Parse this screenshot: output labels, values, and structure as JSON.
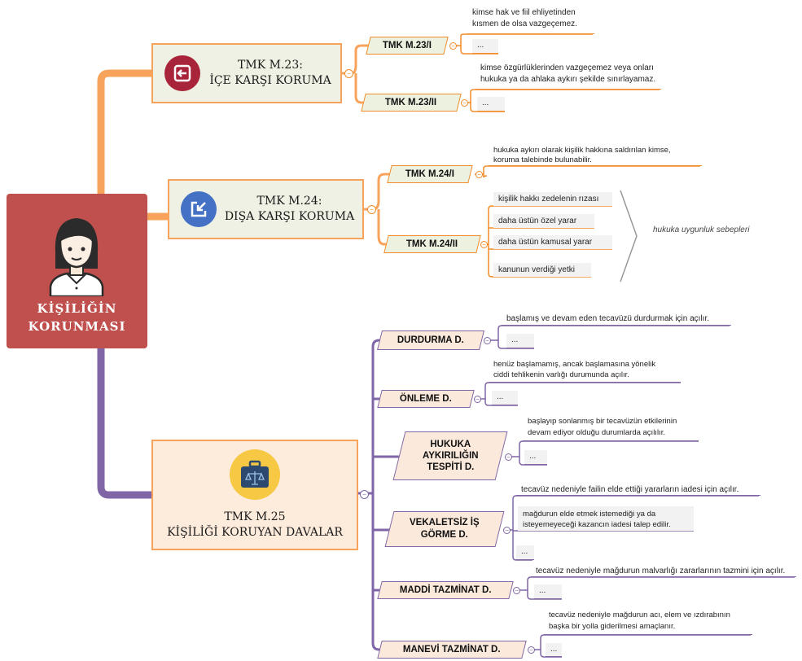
{
  "root": {
    "title_line1": "KİŞİLİĞİN",
    "title_line2": "KORUNMASI",
    "icon": "woman-avatar-icon"
  },
  "branch1": {
    "title_line1": "TMK M.23:",
    "title_line2": "İÇE KARŞI KORUMA",
    "icon": "arrow-into-box-icon",
    "nodes": [
      {
        "label": "TMK M.23/I",
        "note_line1": "kimse hak ve fiil ehliyetinden",
        "note_line2": "kısmen de olsa vazgeçemez.",
        "dots": "..."
      },
      {
        "label": "TMK M.23/II",
        "note_line1": "kimse özgürlüklerinden vazgeçemez veya onları",
        "note_line2": "hukuka ya da ahlaka aykırı şekilde sınırlayamaz.",
        "dots": "..."
      }
    ]
  },
  "branch2": {
    "title_line1": "TMK M.24:",
    "title_line2": "DIŞA KARŞI KORUMA",
    "icon": "arrow-out-box-icon",
    "nodes": [
      {
        "label": "TMK M.24/I",
        "note_line1": "hukuka aykırı olarak kişilik hakkına saldırılan kimse,",
        "note_line2": "koruma talebinde bulunabilir."
      },
      {
        "label": "TMK M.24/II",
        "items": [
          "kişilik hakkı zedelenin rızası",
          "daha üstün özel yarar",
          "daha üstün kamusal yarar",
          "kanunun verdiği yetki"
        ]
      }
    ],
    "bracket_label": "hukuka uygunluk sebepleri"
  },
  "branch3": {
    "title_line1": "TMK M.25",
    "title_line2": "KİŞİLİĞİ KORUYAN DAVALAR",
    "icon": "briefcase-scales-icon",
    "nodes": [
      {
        "label1": "DURDURMA D.",
        "label2": "",
        "label3": "",
        "note_line1": "başlamış ve devam eden tecavüzü durdurmak için açılır.",
        "note_line2": "",
        "dots": "..."
      },
      {
        "label1": "ÖNLEME D.",
        "label2": "",
        "label3": "",
        "note_line1": "henüz başlamamış, ancak başlamasına yönelik",
        "note_line2": "ciddi tehlikenin varlığı durumunda açılır.",
        "dots": "..."
      },
      {
        "label1": "HUKUKA",
        "label2": "AYKIRILIĞIN",
        "label3": "TESPİTİ D.",
        "note_line1": "başlayıp sonlanmış bir tecavüzün etkilerinin",
        "note_line2": "devam ediyor olduğu durumlarda açılılır.",
        "dots": "..."
      },
      {
        "label1": "VEKALETSİZ İŞ",
        "label2": "GÖRME D.",
        "label3": "",
        "note_line1": "tecavüz nedeniyle failin elde ettiği yararların iadesi için açılır.",
        "note_line2": "",
        "extra_line1": "mağdurun elde etmek istemediği ya da",
        "extra_line2": "isteyemeyeceği kazancın iadesi talep edilir.",
        "dots": "..."
      },
      {
        "label1": "MADDİ TAZMİNAT D.",
        "label2": "",
        "label3": "",
        "note_line1": "tecavüz nedeniyle mağdurun malvarlığı zararlarının tazmini için açılır.",
        "note_line2": "",
        "dots": "..."
      },
      {
        "label1": "MANEVİ TAZMİNAT D.",
        "label2": "",
        "label3": "",
        "note_line1": "tecavüz nedeniyle mağdurun acı, elem ve ızdırabının",
        "note_line2": "başka bir yolla giderilmesi amaçlanır.",
        "dots": "..."
      }
    ]
  },
  "colors": {
    "root": "#c0504d",
    "orange": "#f7a35c",
    "orange_line": "#f28c28",
    "purple": "#8066a6",
    "green_bg": "#eef1e3",
    "pink_bg": "#fdebdc"
  }
}
